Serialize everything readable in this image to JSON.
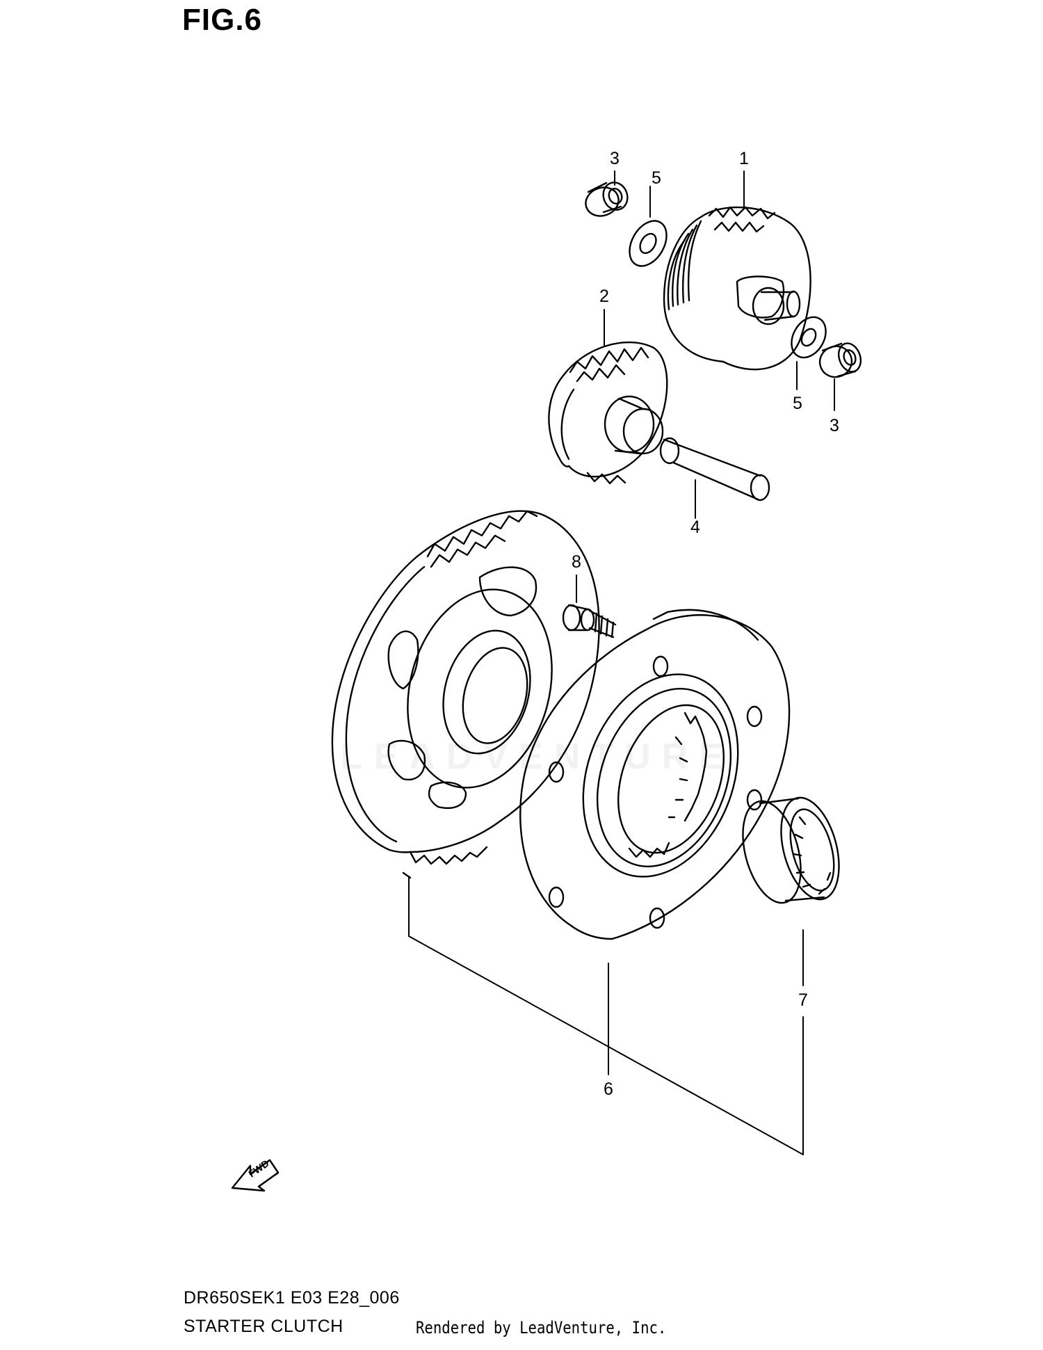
{
  "figure": {
    "title": "FIG.6"
  },
  "watermark": "LEADVENTURE",
  "callouts": {
    "c1": "1",
    "c2": "2",
    "c3_top": "3",
    "c3_right": "3",
    "c4": "4",
    "c5_top": "5",
    "c5_right": "5",
    "c6": "6",
    "c7": "7",
    "c8": "8"
  },
  "fwd_label": "FWD",
  "footer": {
    "model_code": "DR650SEK1 E03 E28_006",
    "section_name": "STARTER CLUTCH",
    "render_credit": "Rendered by LeadVenture, Inc."
  }
}
